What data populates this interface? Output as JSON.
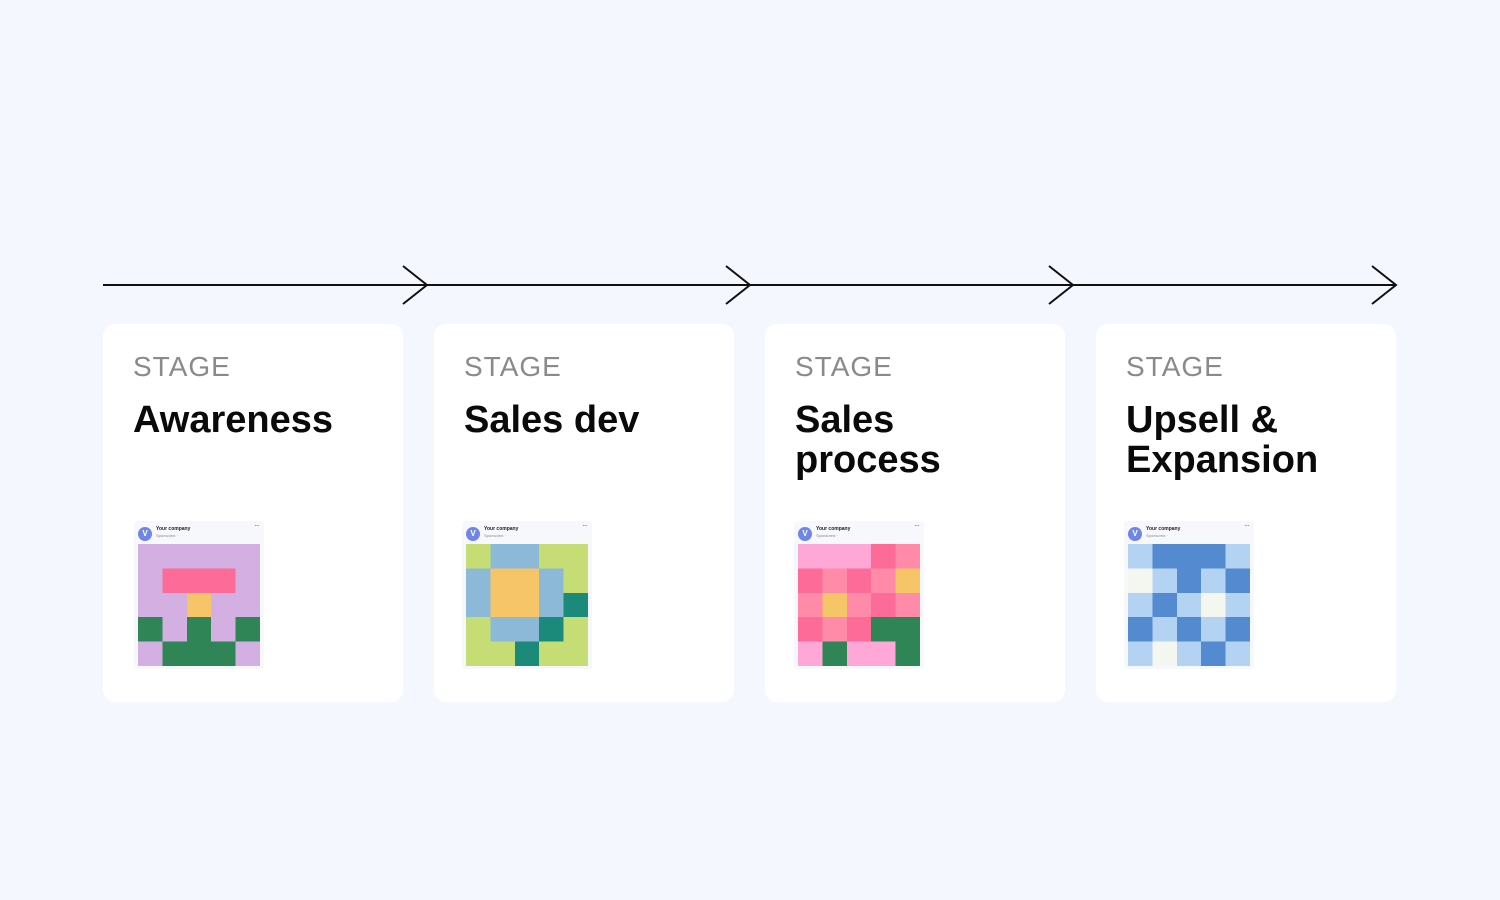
{
  "stages": [
    {
      "label": "STAGE",
      "title": "Awareness",
      "ad": {
        "logo_letter": "V",
        "company": "Your company",
        "sponsored": "Sponsored ·",
        "more": "···",
        "palette": {
          "L": "#d4b0e2",
          "P": "#fd6b98",
          "Y": "#f6c567",
          "G": "#2f8555"
        },
        "grid": [
          "LLLLL",
          "LPPPL",
          "LLYLL",
          "GLGLG",
          "LGGGL"
        ]
      }
    },
    {
      "label": "STAGE",
      "title": "Sales dev",
      "ad": {
        "logo_letter": "V",
        "company": "Your company",
        "sponsored": "Sponsored ·",
        "more": "···",
        "palette": {
          "C": "#c5dd74",
          "B": "#8db9d8",
          "Y": "#f6c567",
          "T": "#1b8a7a"
        },
        "grid": [
          "CBBCC",
          "BYYBC",
          "BYYBT",
          "CBBTC",
          "CCTCC"
        ]
      }
    },
    {
      "label": "STAGE",
      "title": "Sales\nprocess",
      "ad": {
        "logo_letter": "V",
        "company": "Your company",
        "sponsored": "Sponsored ·",
        "more": "···",
        "palette": {
          "K": "#ffa7d7",
          "P": "#fd6b98",
          "S": "#ff8ba8",
          "Y": "#f6c567",
          "G": "#2f8555"
        },
        "grid": [
          "KKKPS",
          "PSPSY",
          "SYSPS",
          "PSPGG",
          "KGKKG"
        ]
      }
    },
    {
      "label": "STAGE",
      "title": "Upsell &\nExpansion",
      "ad": {
        "logo_letter": "V",
        "company": "Your company",
        "sponsored": "Sponsored ·",
        "more": "···",
        "palette": {
          "L": "#b4d3f3",
          "D": "#538ad0",
          "W": "#f4f6f0"
        },
        "grid": [
          "LDDDL",
          "WLDLD",
          "LDLWL",
          "DLDLD",
          "LWLDL"
        ]
      }
    }
  ]
}
